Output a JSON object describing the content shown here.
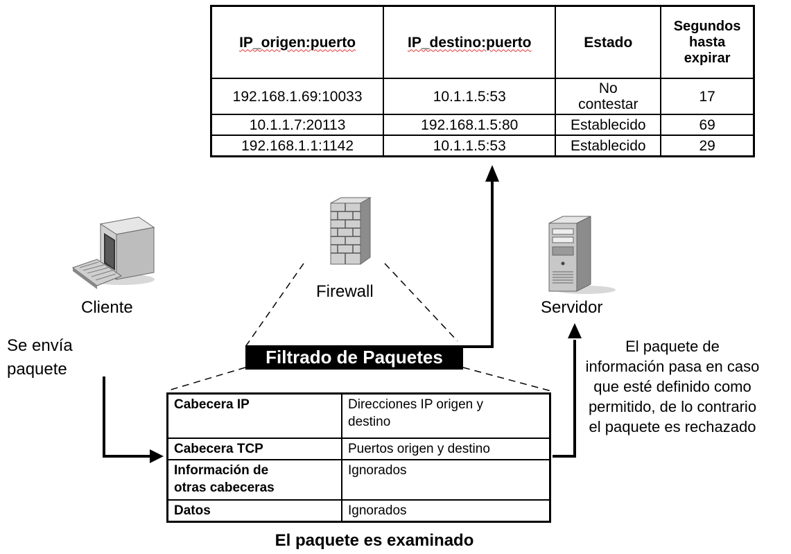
{
  "state_table": {
    "headers": [
      "IP_origen:puerto",
      "IP_destino:puerto",
      "Estado",
      "Segundos hasta expirar"
    ],
    "header_lines_last": [
      "Segundos",
      "hasta",
      "expirar"
    ],
    "rows": [
      [
        "192.168.1.69:10033",
        "10.1.1.5:53",
        "No contestar",
        "17"
      ],
      [
        "10.1.1.7:20113",
        "192.168.1.5:80",
        "Establecido",
        "69"
      ],
      [
        "192.168.1.1:1142",
        "10.1.1.5:53",
        "Establecido",
        "29"
      ]
    ],
    "row0_state_lines": [
      "No",
      "contestar"
    ]
  },
  "labels": {
    "client": "Cliente",
    "firewall": "Firewall",
    "server": "Servidor",
    "sent_line1": "Se envía",
    "sent_line2": "paquete",
    "banner": "Filtrado de Paquetes",
    "examined": "El paquete es examinado",
    "note_lines": [
      "El paquete de",
      "información pasa en caso",
      "que esté definido como",
      "permitido, de lo contrario",
      "el paquete es rechazado"
    ]
  },
  "packet_table": {
    "rows": [
      [
        "Cabecera IP",
        "Direcciones IP origen y destino"
      ],
      [
        "Cabecera TCP",
        "Puertos origen y destino"
      ],
      [
        "Información de otras cabeceras",
        "Ignorados"
      ],
      [
        "Datos",
        "Ignorados"
      ]
    ],
    "row0_value_lines": [
      "Direcciones IP origen y",
      "destino"
    ],
    "row2_key_lines": [
      "Información de",
      "otras cabeceras"
    ]
  },
  "icons": {
    "client": "desktop-computer-icon",
    "firewall": "brick-wall-icon",
    "server": "tower-server-icon"
  }
}
